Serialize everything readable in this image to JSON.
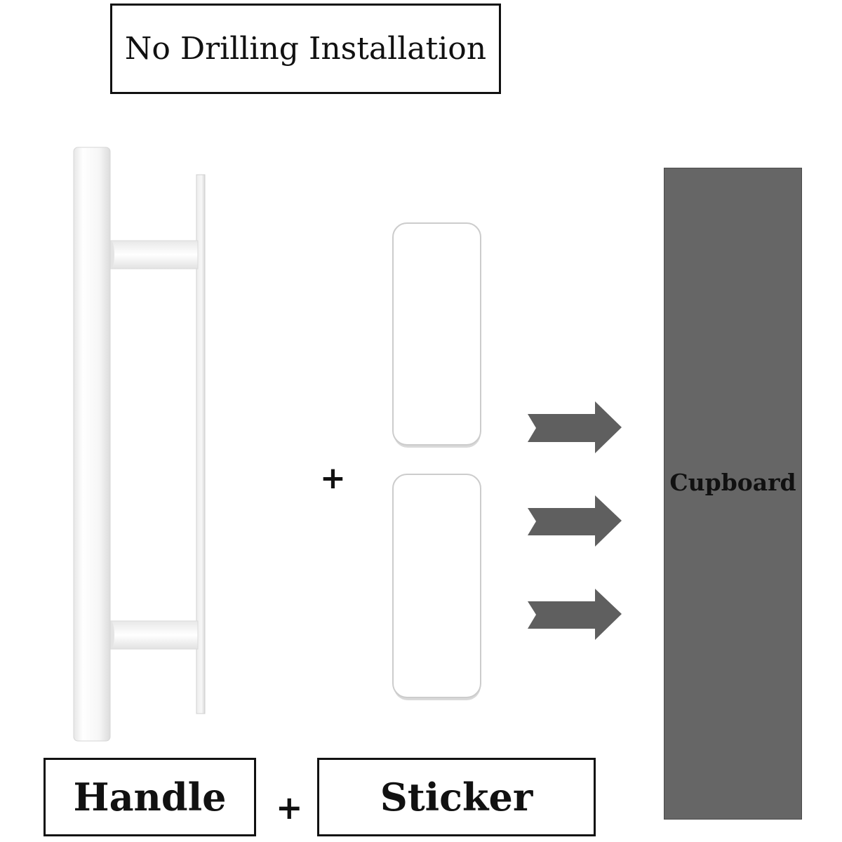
{
  "title": "No Drilling Installation",
  "labels": {
    "handle": "Handle",
    "plus_bottom": "+",
    "sticker": "Sticker",
    "plus_middle": "+",
    "cupboard": "Cupboard"
  },
  "colors": {
    "cupboard": "#666666",
    "arrow": "#5f5f5f",
    "sticker": "#ffffff",
    "handle": "#f4f4f4"
  },
  "icons": [
    "door-handle-illustration",
    "adhesive-sticker-pad",
    "right-arrow-icon"
  ]
}
